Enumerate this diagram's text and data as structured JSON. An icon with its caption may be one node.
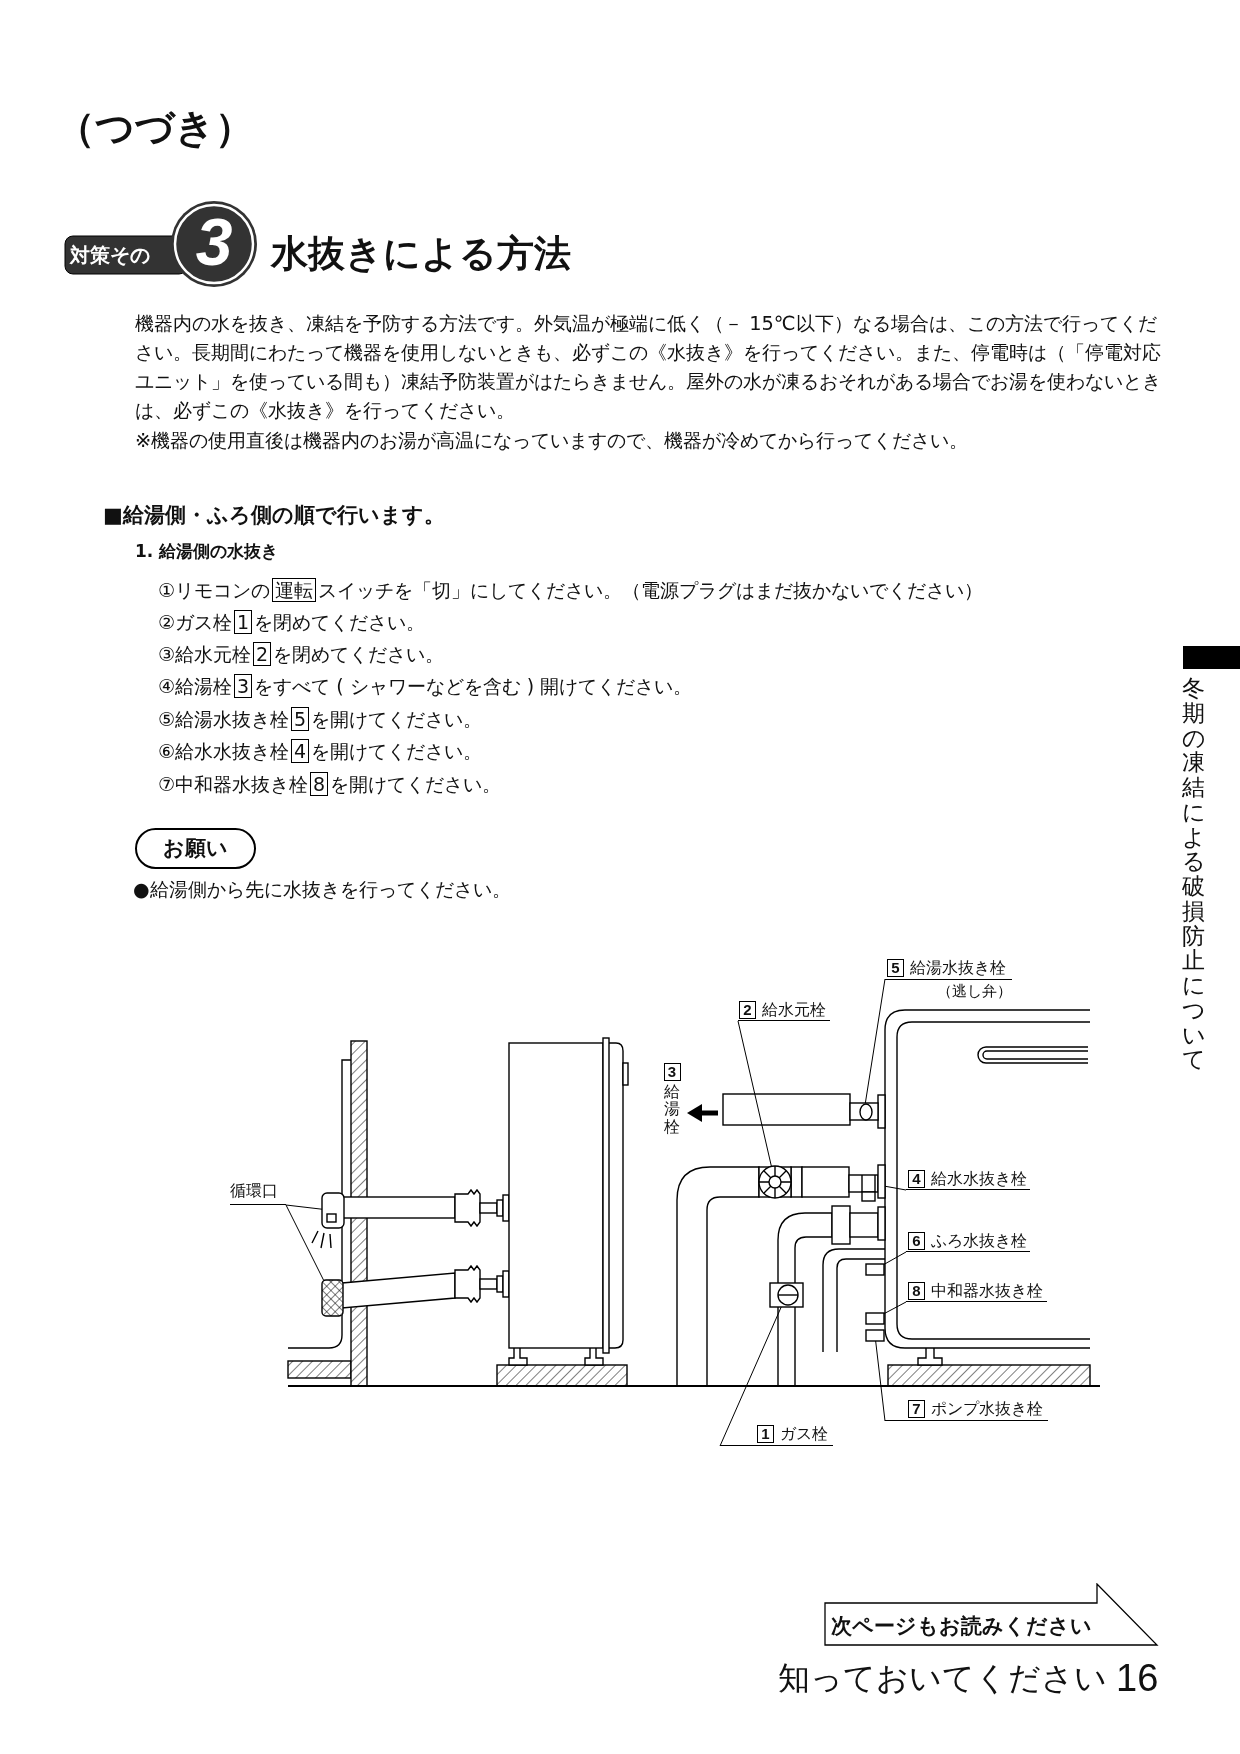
{
  "diagram": {
    "nodes": [
      {
        "text": [
          "対策その",
          "3"
        ]
      },
      {
        "text": [
          "お願い"
        ]
      },
      {
        "text": [
          "循環口"
        ]
      },
      {
        "text": [
          "2",
          "給水元栓"
        ]
      },
      {
        "text": [
          "5",
          "給湯水抜き栓",
          "（逃し弁）"
        ]
      },
      {
        "text": [
          "3",
          "給湯栓"
        ]
      },
      {
        "text": [
          "4",
          "給水水抜き栓"
        ]
      },
      {
        "text": [
          "6",
          "ふろ水抜き栓"
        ]
      },
      {
        "text": [
          "8",
          "中和器水抜き栓"
        ]
      },
      {
        "text": [
          "7",
          "ポンプ水抜き栓"
        ]
      },
      {
        "text": [
          "1",
          "ガス栓"
        ]
      },
      {
        "text": [
          "次ページもお読みください"
        ]
      },
      {
        "text": [],
        "shape": "picture"
      },
      {
        "text": [],
        "shape": "box"
      },
      {
        "text": [],
        "shape": "picture"
      },
      {
        "text": [],
        "shape": "picture"
      },
      {
        "text": [],
        "shape": "picture"
      },
      {
        "text": [],
        "shape": "picture"
      },
      {
        "text": [],
        "shape": "box"
      },
      {
        "text": [],
        "shape": "box"
      },
      {
        "text": [],
        "shape": "box"
      }
    ],
    "edges": [
      {
        "from": 2,
        "to": 12,
        "arrow": "none"
      },
      {
        "from": 2,
        "to": 13,
        "arrow": "none"
      },
      {
        "from": 3,
        "to": 14,
        "arrow": "none"
      },
      {
        "from": 4,
        "to": 16,
        "arrow": "none"
      },
      {
        "from": 6,
        "to": 17,
        "arrow": "none"
      },
      {
        "from": 7,
        "to": 18,
        "arrow": "none"
      },
      {
        "from": 8,
        "to": 19,
        "arrow": "none"
      },
      {
        "from": 9,
        "to": 20,
        "arrow": "none"
      },
      {
        "from": 10,
        "to": 15,
        "arrow": "none"
      }
    ],
    "labels": [
      "（つづき）",
      "水抜きによる方法",
      "機器内の水を抜き、凍結を予防する方法です。外気温が極端に低く（－ 15℃以下）なる場合は、この方法で行ってください。長期間にわたって機器を使用しないときも、必ずこの《水抜き》を行ってください。また、停電時は（「停電対応ユニット」を使っている間も）凍結予防装置がはたらきません。屋外の水が凍るおそれがある場合でお湯を使わないときは、必ずこの《水抜き》を行ってください。",
      "※機器の使用直後は機器内のお湯が高温になっていますので、機器が冷めてから行ってください。",
      "■給湯側・ふろ側の順で行います。",
      "1. 給湯側の水抜き",
      "①リモコンの**運転**スイッチを「切」にしてください。（電源プラグはまだ抜かないでください）",
      "②ガス栓**1**を閉めてください。",
      "③給水元栓**2**を閉めてください。",
      "④給湯栓**3**をすべて ( シャワーなどを含む ) 開けてください。",
      "⑤給湯水抜き栓**5**を開けてください。",
      "⑥給水水抜き栓**4**を開けてください。",
      "⑦中和器水抜き栓**8**を開けてください。",
      "●給湯側から先に水抜きを行ってください。",
      "冬期の凍結による破損防止について",
      "知っておいてください",
      "16"
    ]
  }
}
